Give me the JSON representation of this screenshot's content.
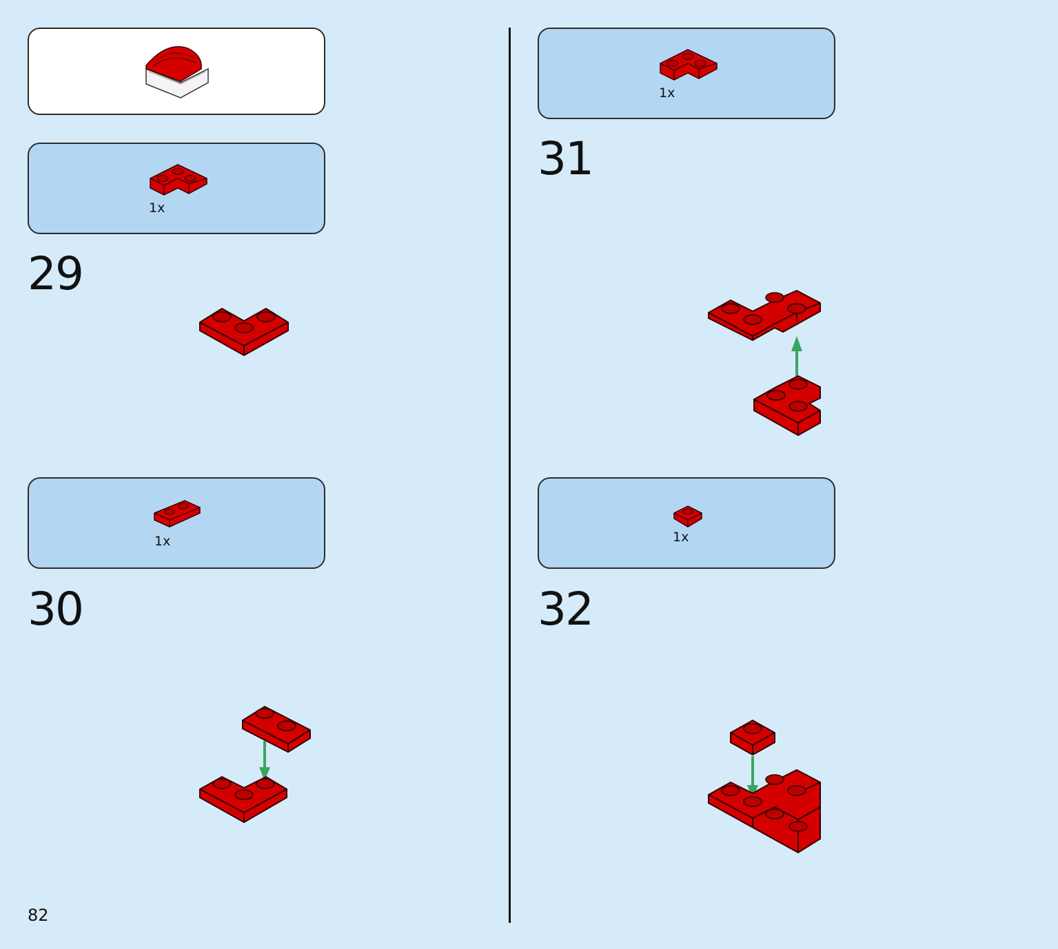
{
  "page": {
    "number": "82"
  },
  "steps": [
    {
      "number": "29",
      "part_qty": "1x",
      "part": "red-corner-plate-2x2"
    },
    {
      "number": "30",
      "part_qty": "1x",
      "part": "red-plate-1x2"
    },
    {
      "number": "31",
      "part_qty": "1x",
      "part": "red-corner-plate-2x2"
    },
    {
      "number": "32",
      "part_qty": "1x",
      "part": "red-plate-1x1"
    }
  ],
  "colors": {
    "background": "#d6ebf9",
    "callout": "#b3d6f3",
    "brick_red": "#d40000",
    "arrow_green": "#3aa561"
  }
}
